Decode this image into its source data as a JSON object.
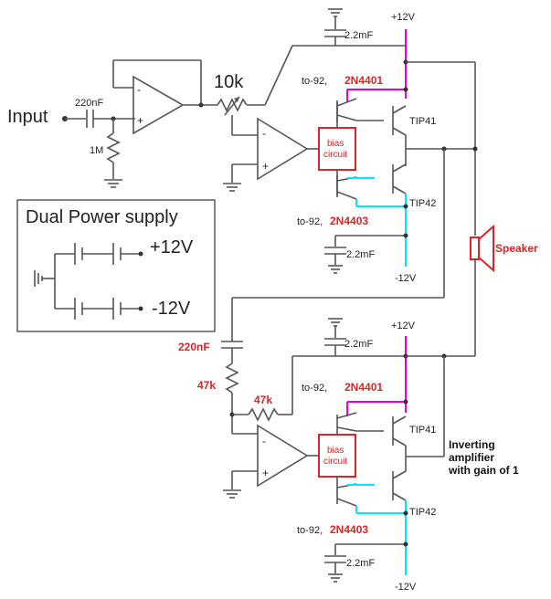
{
  "labels": {
    "input": "Input",
    "cap_in": "220nF",
    "res_1m": "1M",
    "pot_10k": "10k",
    "supply_title": "Dual Power supply",
    "supply_pos": "+12V",
    "supply_neg": "-12V",
    "plus12_top": "+12V",
    "minus12_top": "-12V",
    "plus12_bot": "+12V",
    "minus12_bot": "-12V",
    "cap22_1": "2.2mF",
    "cap22_2": "2.2mF",
    "cap22_3": "2.2mF",
    "cap22_4": "2.2mF",
    "to92_a": "to-92,",
    "npn_a": "2N4401",
    "to92_b": "to-92,",
    "pnp_a": "2N4403",
    "to92_c": "to-92,",
    "npn_b": "2N4401",
    "to92_d": "to-92,",
    "pnp_b": "2N4403",
    "tip41_a": "TIP41",
    "tip42_a": "TIP42",
    "tip41_b": "TIP41",
    "tip42_b": "TIP42",
    "bias_a1": "bias",
    "bias_a2": "circuit",
    "bias_b1": "bias",
    "bias_b2": "circuit",
    "speaker": "Speaker",
    "cap_220_red": "220nF",
    "r47k_1": "47k",
    "r47k_2": "47k",
    "note1": "Inverting",
    "note2": "amplifier",
    "note3": "with gain of 1",
    "minus_a": "-",
    "plus_a": "+",
    "minus_b": "-",
    "plus_b": "+",
    "minus_c": "-",
    "plus_c": "+"
  },
  "colors": {
    "positive_rail": "#e000e0",
    "negative_rail": "#00e5ff",
    "highlight": "#d62828"
  }
}
